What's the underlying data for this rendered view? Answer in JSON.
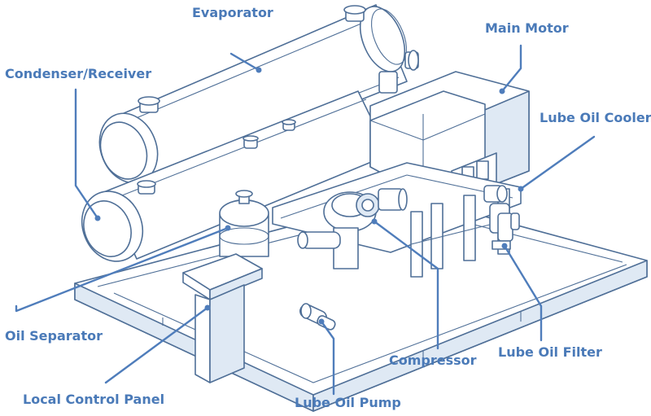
{
  "labels": {
    "evaporator": "Evaporator",
    "main_motor": "Main Motor",
    "condenser_receiver": "Condenser/Receiver",
    "lube_oil_cooler": "Lube Oil Cooler",
    "oil_separator": "Oil Separator",
    "compressor": "Compressor",
    "lube_oil_filter": "Lube Oil Filter",
    "local_control_panel": "Local Control Panel",
    "lube_oil_pump": "Lube Oil Pump"
  },
  "colors": {
    "label_text": "#4a7ab8",
    "leader_line": "#4f7dbb",
    "outline": "#4f6f97",
    "fill": "#ffffff",
    "background": "#ffffff"
  }
}
